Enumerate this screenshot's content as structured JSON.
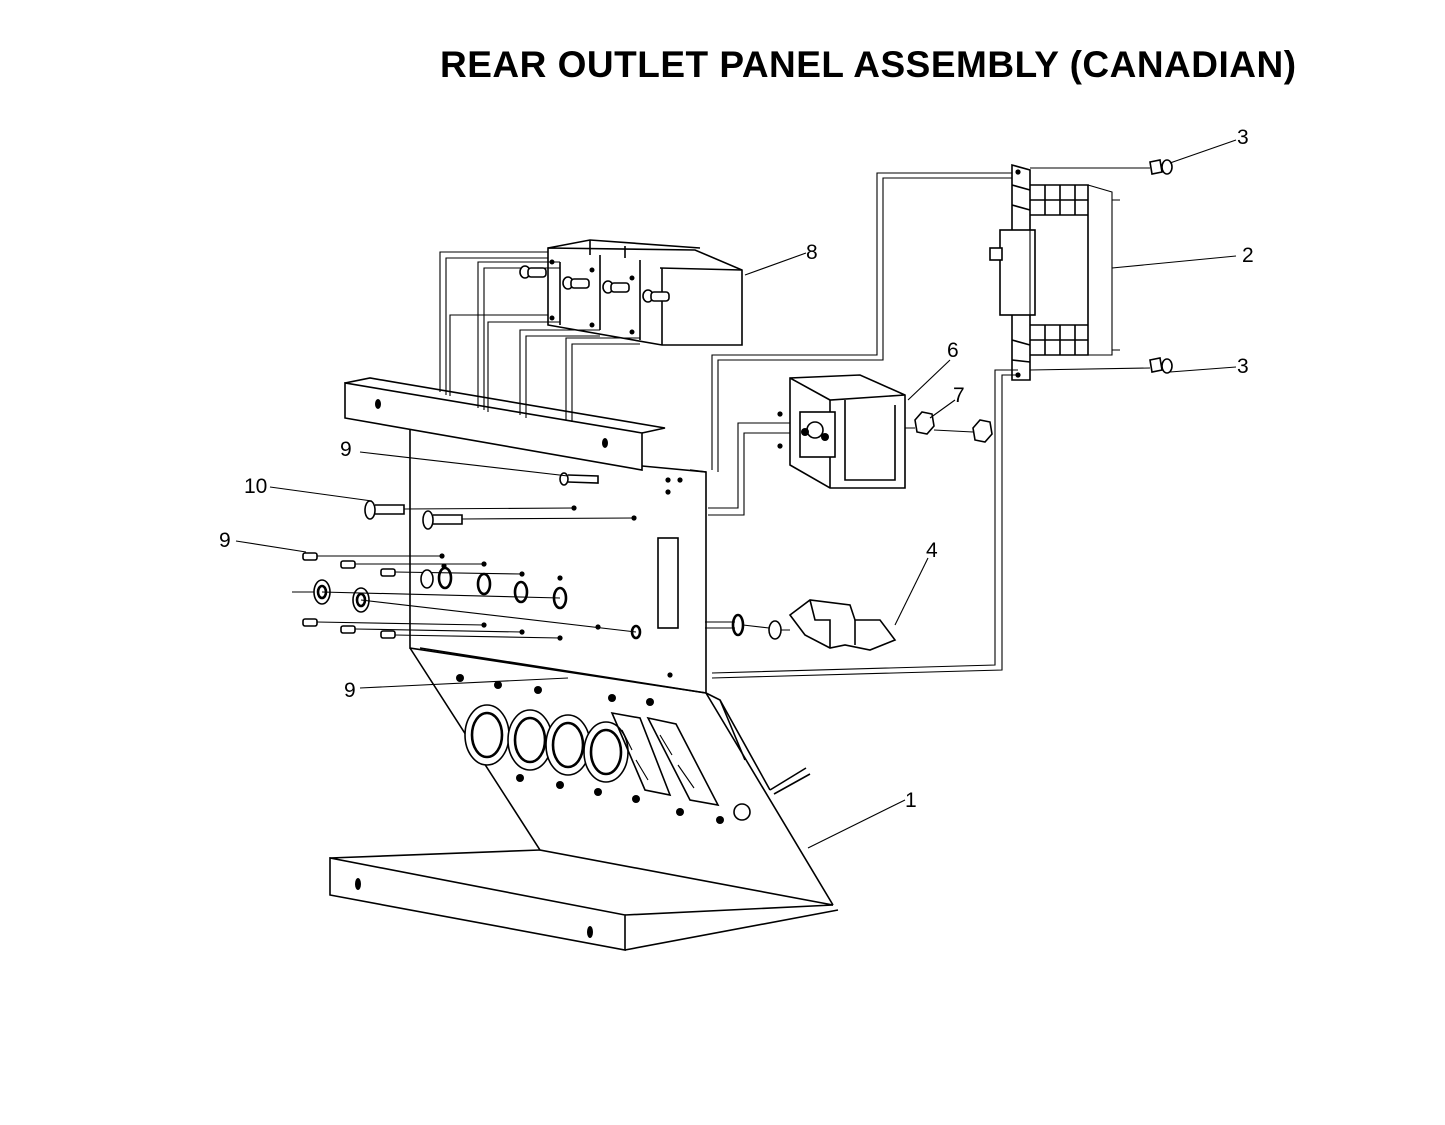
{
  "title": "REAR OUTLET PANEL ASSEMBLY (CANADIAN)",
  "callouts": {
    "c1": "1",
    "c2": "2",
    "c3a": "3",
    "c3b": "3",
    "c4": "4",
    "c6": "6",
    "c7": "7",
    "c8": "8",
    "c9a": "9",
    "c9b": "9",
    "c9c": "9",
    "c10": "10"
  }
}
